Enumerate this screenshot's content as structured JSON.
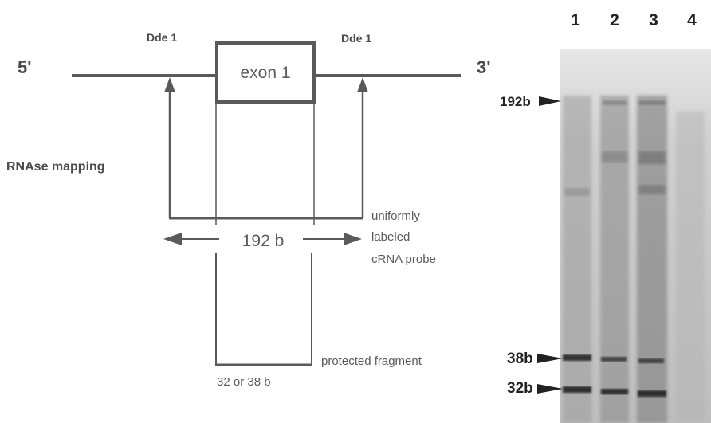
{
  "diagram": {
    "five_prime": "5'",
    "three_prime": "3'",
    "site_left": "Dde 1",
    "site_right": "Dde 1",
    "exon": "exon 1",
    "method": "RNAse mapping",
    "probe_length": "192 b",
    "probe_line1": "uniformly",
    "probe_line2": "labeled",
    "probe_line3": "cRNA probe",
    "protected": "protected fragment",
    "fragment_size": "32 or 38 b"
  },
  "gel": {
    "lanes": [
      "1",
      "2",
      "3",
      "4"
    ],
    "markers": [
      "192b",
      "38b",
      "32b"
    ],
    "background": "#c9c9c9",
    "band_color": "#3a3a3a"
  }
}
